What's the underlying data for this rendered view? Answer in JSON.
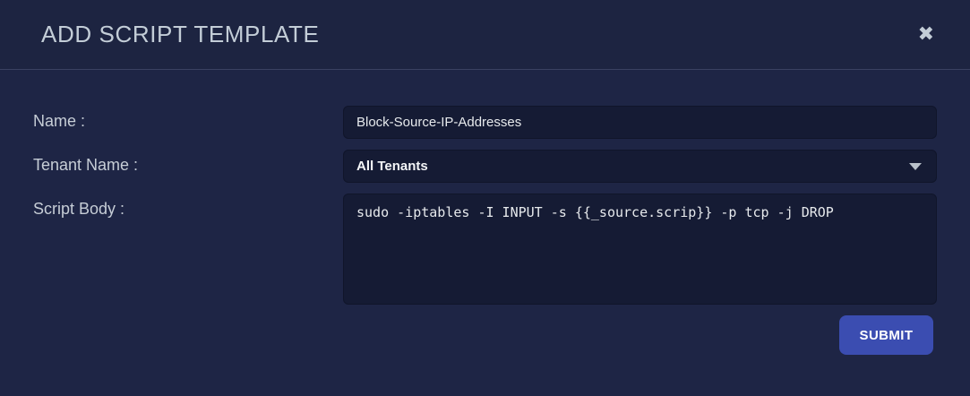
{
  "modal": {
    "title": "ADD SCRIPT TEMPLATE",
    "close_icon": "✖"
  },
  "form": {
    "fields": [
      {
        "label": "Name :",
        "type": "text",
        "value": "Block-Source-IP-Addresses"
      },
      {
        "label": "Tenant Name :",
        "type": "select",
        "value": "All Tenants"
      },
      {
        "label": "Script Body :",
        "type": "textarea",
        "value": "sudo -iptables -I INPUT -s {{_source.scrip}} -p tcp -j DROP"
      }
    ],
    "submit_label": "SUBMIT"
  },
  "colors": {
    "background": "#1e2545",
    "header_background": "#1d2441",
    "field_background": "#151b34",
    "accent_button": "#3b4db1",
    "title_text": "#c3cdd7",
    "label_text": "#c6cdd6",
    "field_text": "#e6e9ec"
  }
}
